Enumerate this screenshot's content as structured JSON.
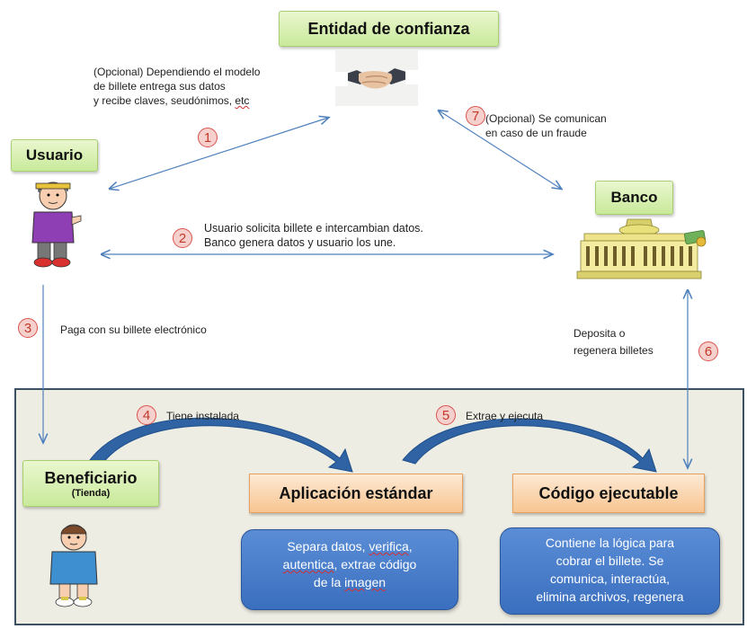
{
  "nodes": {
    "trusted_entity": "Entidad de confianza",
    "user": "Usuario",
    "bank": "Banco",
    "beneficiary": "Beneficiario",
    "beneficiary_sub": "(Tienda)",
    "standard_app": "Aplicación estándar",
    "exec_code": "Código ejecutable"
  },
  "steps": {
    "s1": "1",
    "s2": "2",
    "s3": "3",
    "s4": "4",
    "s5": "5",
    "s6": "6",
    "s7": "7"
  },
  "notes": {
    "n1_l1": "(Opcional) Dependiendo el modelo",
    "n1_l2": "de billete entrega sus datos",
    "n1_l3": "y recibe claves, seudónimos, ",
    "n1_l3b": "etc",
    "n2_l1": "Usuario solicita billete e intercambian datos.",
    "n2_l2": "Banco genera datos y usuario los une.",
    "n3": "Paga con su billete electrónico",
    "n4": "Tiene instalada",
    "n5": "Extrae y ejecuta",
    "n6_l1": "Deposita o",
    "n6_l2": "regenera billetes",
    "n7_l1": "(Opcional) Se comunican",
    "n7_l2": "en caso  de un fraude"
  },
  "boxes": {
    "app_desc": {
      "l1a": "Separa datos, ",
      "l1b": "verifica",
      "l2a": "autentica",
      "l2b": ", extrae código",
      "l3a": "de la ",
      "l3b": "imagen"
    },
    "code_desc": {
      "l1": "Contiene la lógica para",
      "l2": "cobrar el billete. Se",
      "l3": "comunica, interactúa,",
      "l4": "elimina archivos, regenera"
    }
  },
  "icons": [
    "handshake-icon",
    "user-character-icon",
    "bank-building-icon",
    "money-icon",
    "beneficiary-character-icon"
  ],
  "colors": {
    "arrow": "#4f81bd",
    "panel": "#eeede4",
    "green": "#d6eeb0",
    "orange": "#fbd5ad",
    "blue": "#4a7fcf",
    "step": "#d9534f"
  }
}
